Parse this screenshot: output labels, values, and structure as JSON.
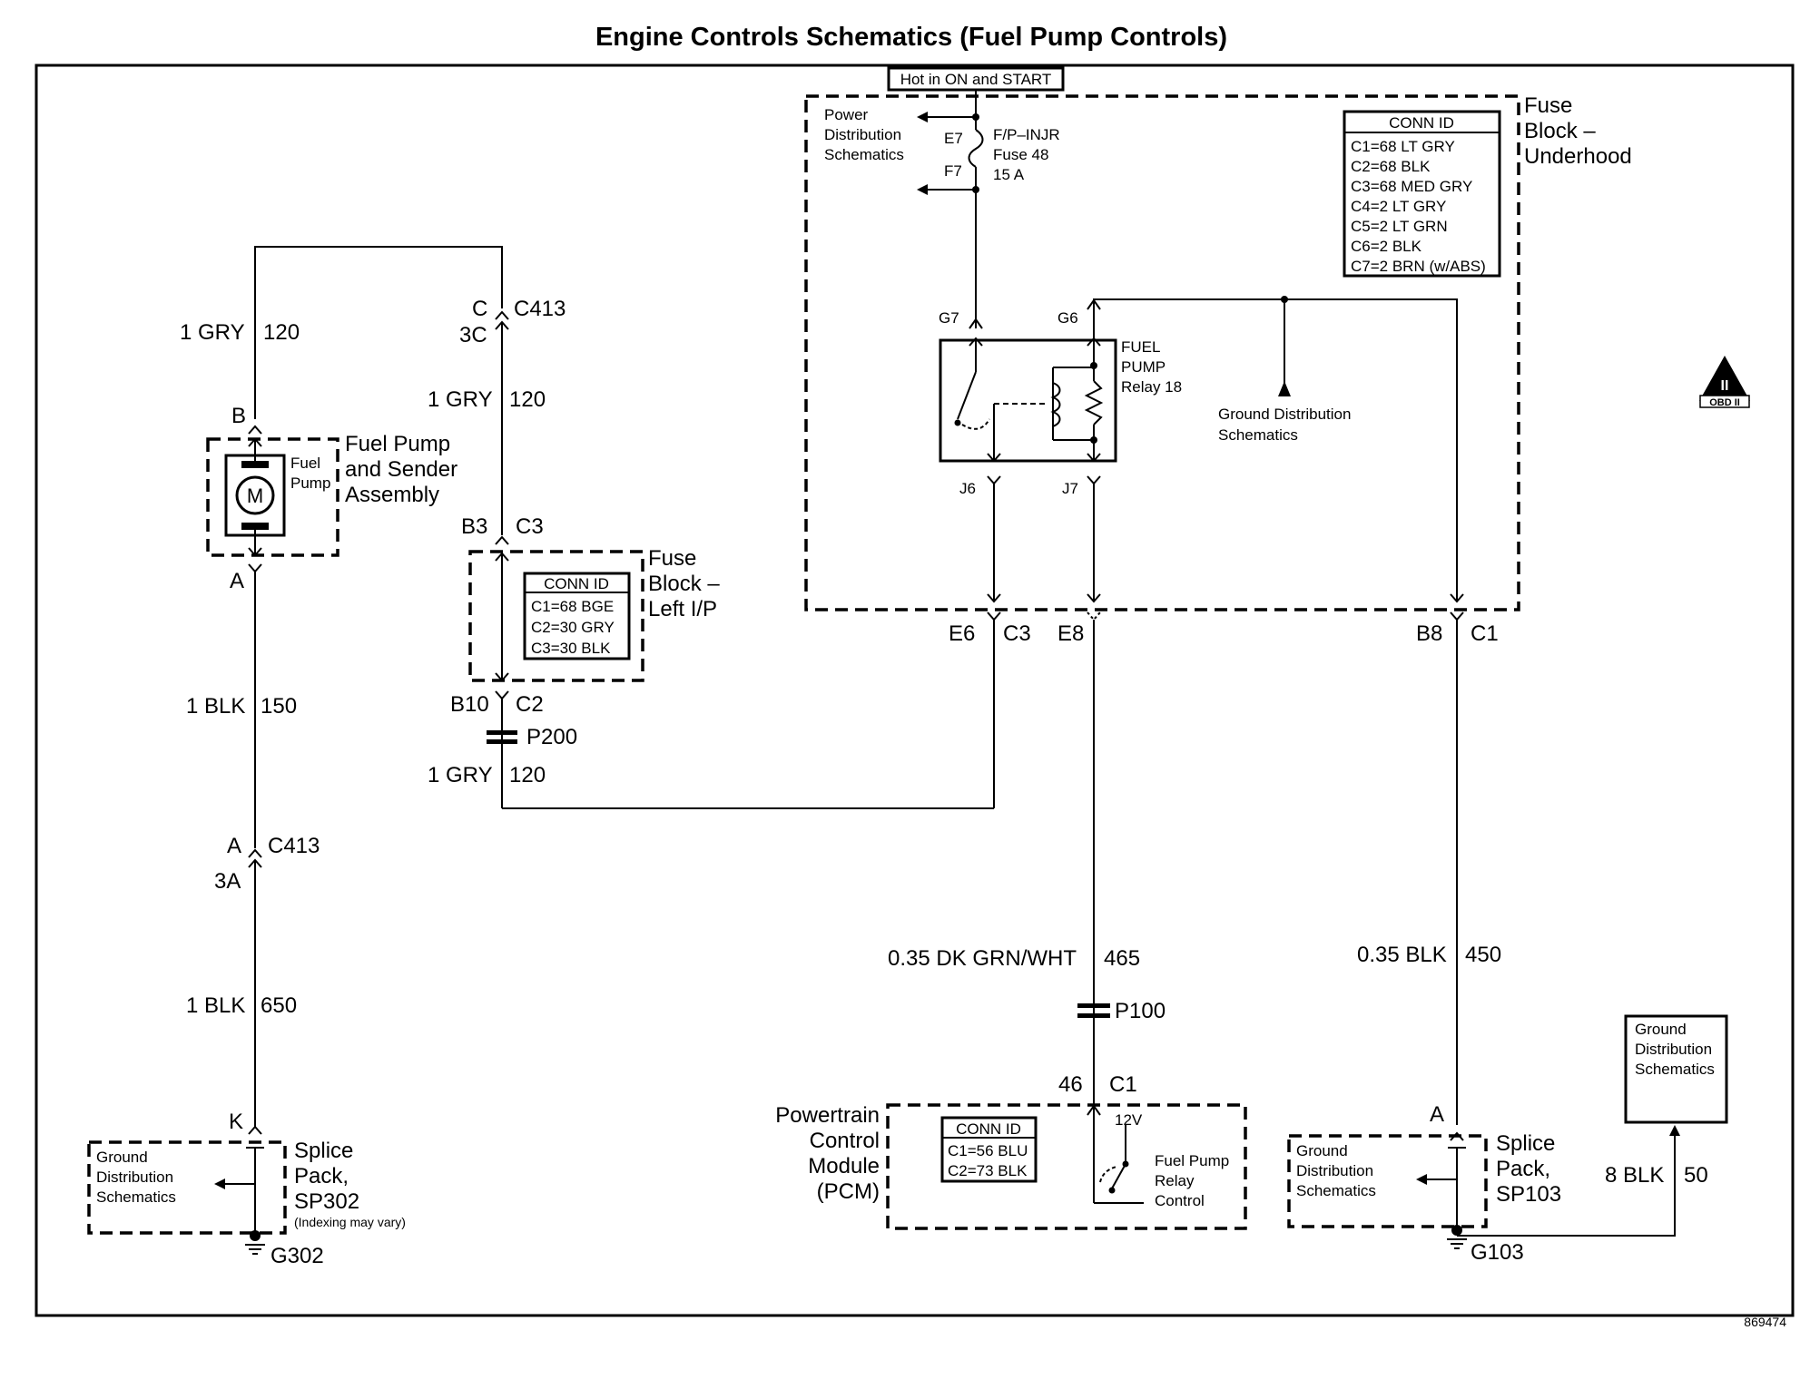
{
  "title": "Engine Controls Schematics (Fuel Pump Controls)",
  "hot_label": "Hot in ON and START",
  "fuse_block_underhood": {
    "label_lines": [
      "Fuse",
      "Block –",
      "Underhood"
    ],
    "conn_id_title": "CONN ID",
    "conn_ids": [
      "C1=68 LT GRY",
      "C2=68 BLK",
      "C3=68 MED GRY",
      "C4=2 LT GRY",
      "C5=2 LT GRN",
      "C6=2 BLK",
      "C7=2 BRN (w/ABS)"
    ]
  },
  "power_dist": [
    "Power",
    "Distribution",
    "Schematics"
  ],
  "fuse": {
    "name": "F/P–INJR",
    "number": "Fuse 48",
    "rating": "15 A",
    "top_pin": "E7",
    "bottom_pin": "F7"
  },
  "relay": {
    "lines": [
      "FUEL",
      "PUMP",
      "Relay 18"
    ],
    "pin_g7": "G7",
    "pin_g6": "G6",
    "pin_j6": "J6",
    "pin_j7": "J7"
  },
  "ground_dist_upper": [
    "Ground Distribution",
    "Schematics"
  ],
  "fuse_block_lip": {
    "label_lines": [
      "Fuse",
      "Block –",
      "Left I/P"
    ],
    "conn_id_title": "CONN ID",
    "conn_ids": [
      "C1=68 BGE",
      "C2=30 GRY",
      "C3=30 BLK"
    ]
  },
  "fuel_pump": {
    "label_lines": [
      "Fuel Pump",
      "and Sender",
      "Assembly"
    ],
    "inner_lines": [
      "Fuel",
      "Pump"
    ],
    "motor": "M",
    "pin_b": "B",
    "pin_a": "A"
  },
  "wires": {
    "gry_top_left": {
      "size_color": "1 GRY",
      "circuit": "120"
    },
    "gry_mid": {
      "size_color": "1 GRY",
      "circuit": "120"
    },
    "gry_low": {
      "size_color": "1 GRY",
      "circuit": "120"
    },
    "blk_150": {
      "size_color": "1 BLK",
      "circuit": "150"
    },
    "blk_650": {
      "size_color": "1 BLK",
      "circuit": "650"
    },
    "dkgrn": {
      "size_color": "0.35 DK GRN/WHT",
      "circuit": "465"
    },
    "blk_450": {
      "size_color": "0.35 BLK",
      "circuit": "450"
    },
    "blk_50": {
      "size_color": "8 BLK",
      "circuit": "50"
    }
  },
  "connectors": {
    "c413_top": {
      "pin": "C",
      "name": "C413",
      "pin2": "3C"
    },
    "b3c3": {
      "pin": "B3",
      "conn": "C3"
    },
    "b10c2": {
      "pin": "B10",
      "conn": "C2"
    },
    "p200": "P200",
    "c413_low": {
      "pin": "A",
      "name": "C413",
      "pin2": "3A"
    },
    "e6c3": {
      "pin": "E6",
      "conn": "C3"
    },
    "e8": "E8",
    "b8c1": {
      "pin": "B8",
      "conn": "C1"
    },
    "p100": "P100",
    "pcm_c1": {
      "pin": "46",
      "conn": "C1"
    },
    "sp103_a": "A",
    "sp302_k": "K"
  },
  "pcm": {
    "label_lines": [
      "Powertrain",
      "Control",
      "Module",
      "(PCM)"
    ],
    "conn_id_title": "CONN ID",
    "conn_ids": [
      "C1=56 BLU",
      "C2=73 BLK"
    ],
    "voltage": "12V",
    "control_lines": [
      "Fuel Pump",
      "Relay",
      "Control"
    ]
  },
  "splice_sp302": {
    "label_lines": [
      "Splice",
      "Pack,",
      "SP302"
    ],
    "note": "(Indexing may vary)",
    "ground_lines": [
      "Ground",
      "Distribution",
      "Schematics"
    ],
    "ground": "G302"
  },
  "splice_sp103": {
    "label_lines": [
      "Splice",
      "Pack,",
      "SP103"
    ],
    "ground_lines": [
      "Ground",
      "Distribution",
      "Schematics"
    ],
    "ground": "G103"
  },
  "ground_dist_box": [
    "Ground",
    "Distribution",
    "Schematics"
  ],
  "obd_badge": {
    "numeral": "II",
    "text": "OBD II"
  },
  "figure_id": "869474"
}
